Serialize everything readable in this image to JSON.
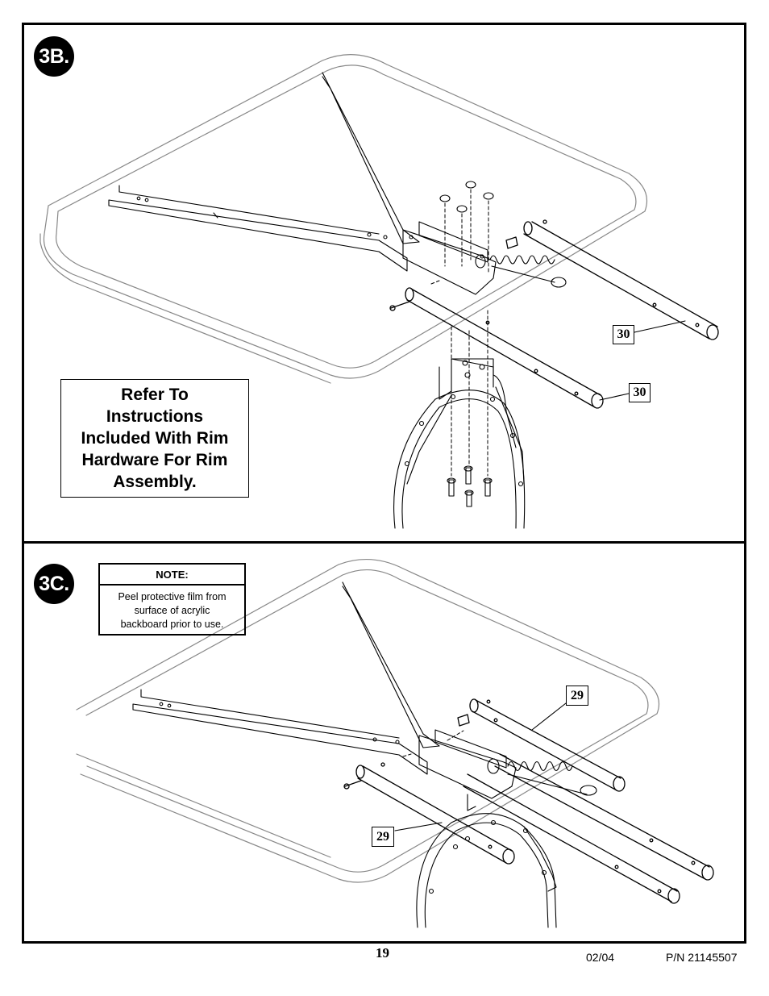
{
  "steps": {
    "step_3b": {
      "badge": "3B."
    },
    "step_3c": {
      "badge": "3C."
    }
  },
  "refer_box": {
    "lines": [
      "Refer To",
      "Instructions",
      "Included With Rim",
      "Hardware For Rim",
      "Assembly."
    ]
  },
  "note": {
    "title": "NOTE:",
    "lines": [
      "Peel protective film from",
      "surface of acrylic",
      "backboard prior to use."
    ]
  },
  "callouts": {
    "part_30_upper": "30",
    "part_30_lower": "30",
    "part_29_upper": "29",
    "part_29_lower": "29"
  },
  "footer": {
    "page_number": "19",
    "date": "02/04",
    "part_number": "P/N 21145507"
  }
}
